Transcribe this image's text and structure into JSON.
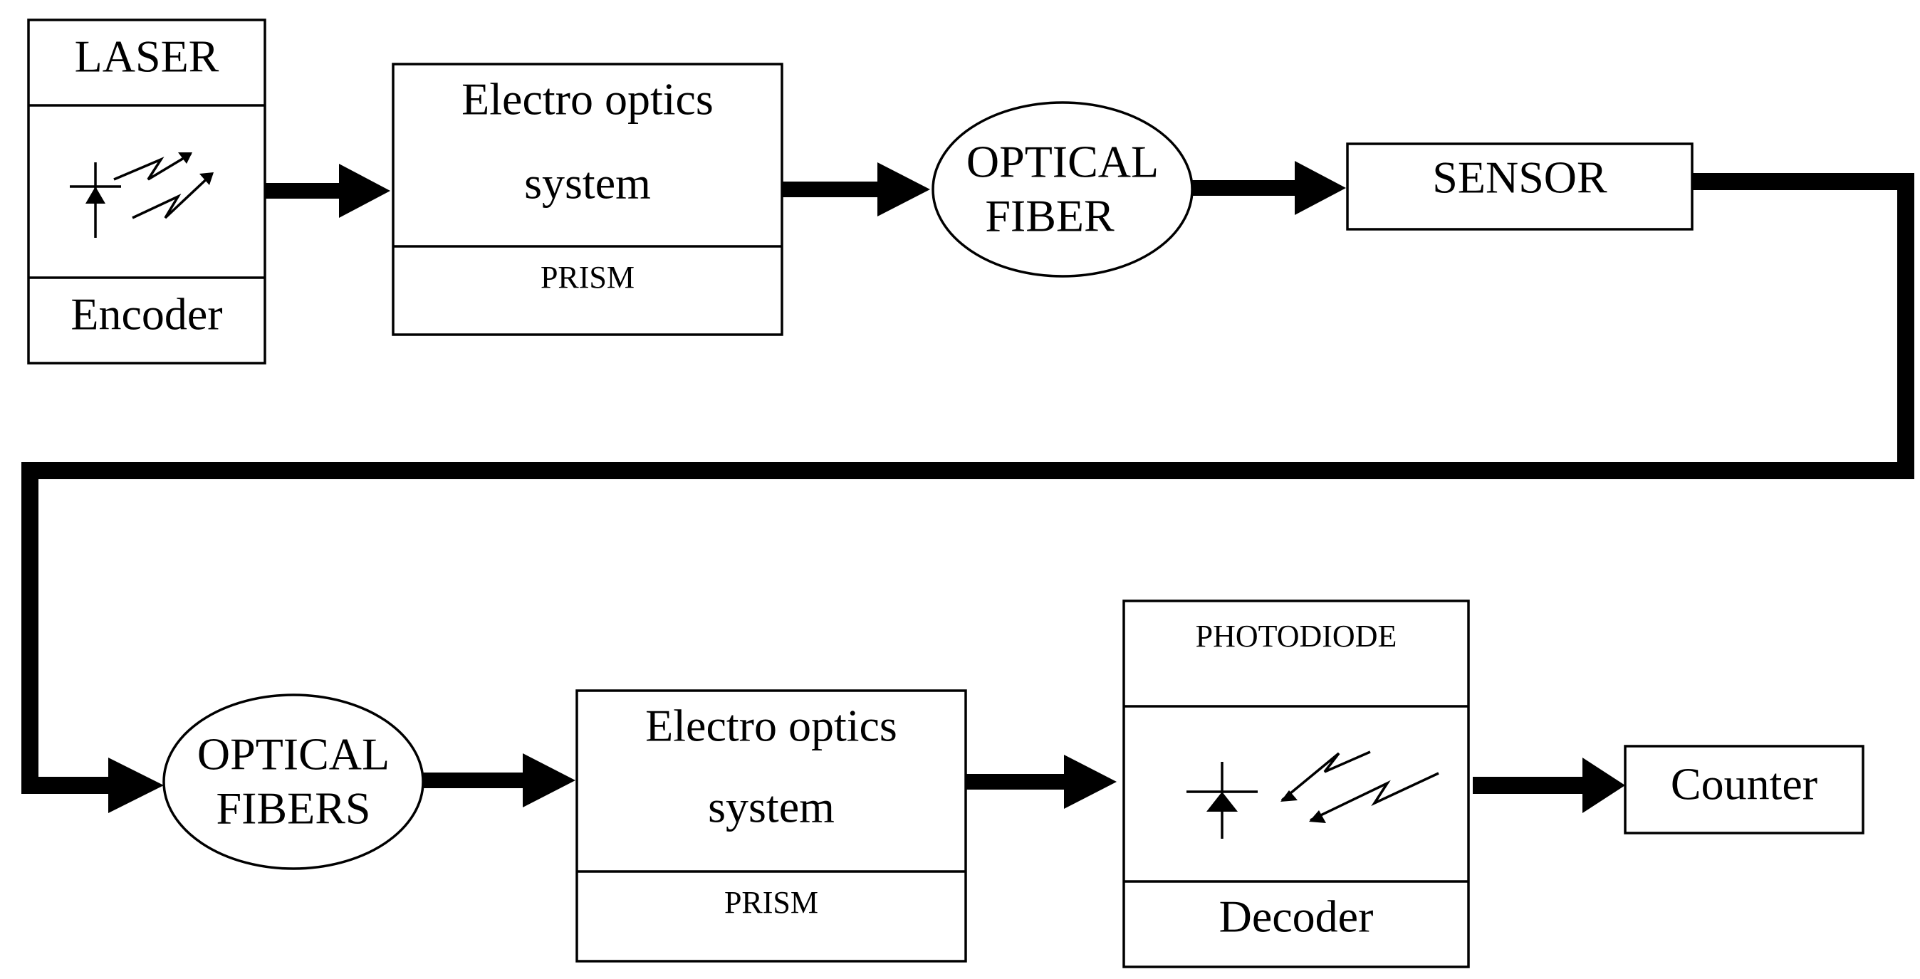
{
  "diagram": {
    "colors": {
      "ink": "#000000",
      "background": "#ffffff"
    },
    "laser": {
      "title": "LASER",
      "footer": "Encoder",
      "icon": "laser-diode-icon"
    },
    "eo_system_1": {
      "line1": "Electro optics",
      "line2": "system",
      "footer": "PRISM"
    },
    "optical_fiber": {
      "line1": "OPTICAL",
      "line2": "FIBER"
    },
    "sensor": {
      "label": "SENSOR"
    },
    "optical_fibers": {
      "line1": "OPTICAL",
      "line2": "FIBERS"
    },
    "eo_system_2": {
      "line1": "Electro optics",
      "line2": "system",
      "footer": "PRISM"
    },
    "photodiode": {
      "title": "PHOTODIODE",
      "footer": "Decoder",
      "icon": "photodiode-icon"
    },
    "counter": {
      "label": "Counter"
    }
  }
}
